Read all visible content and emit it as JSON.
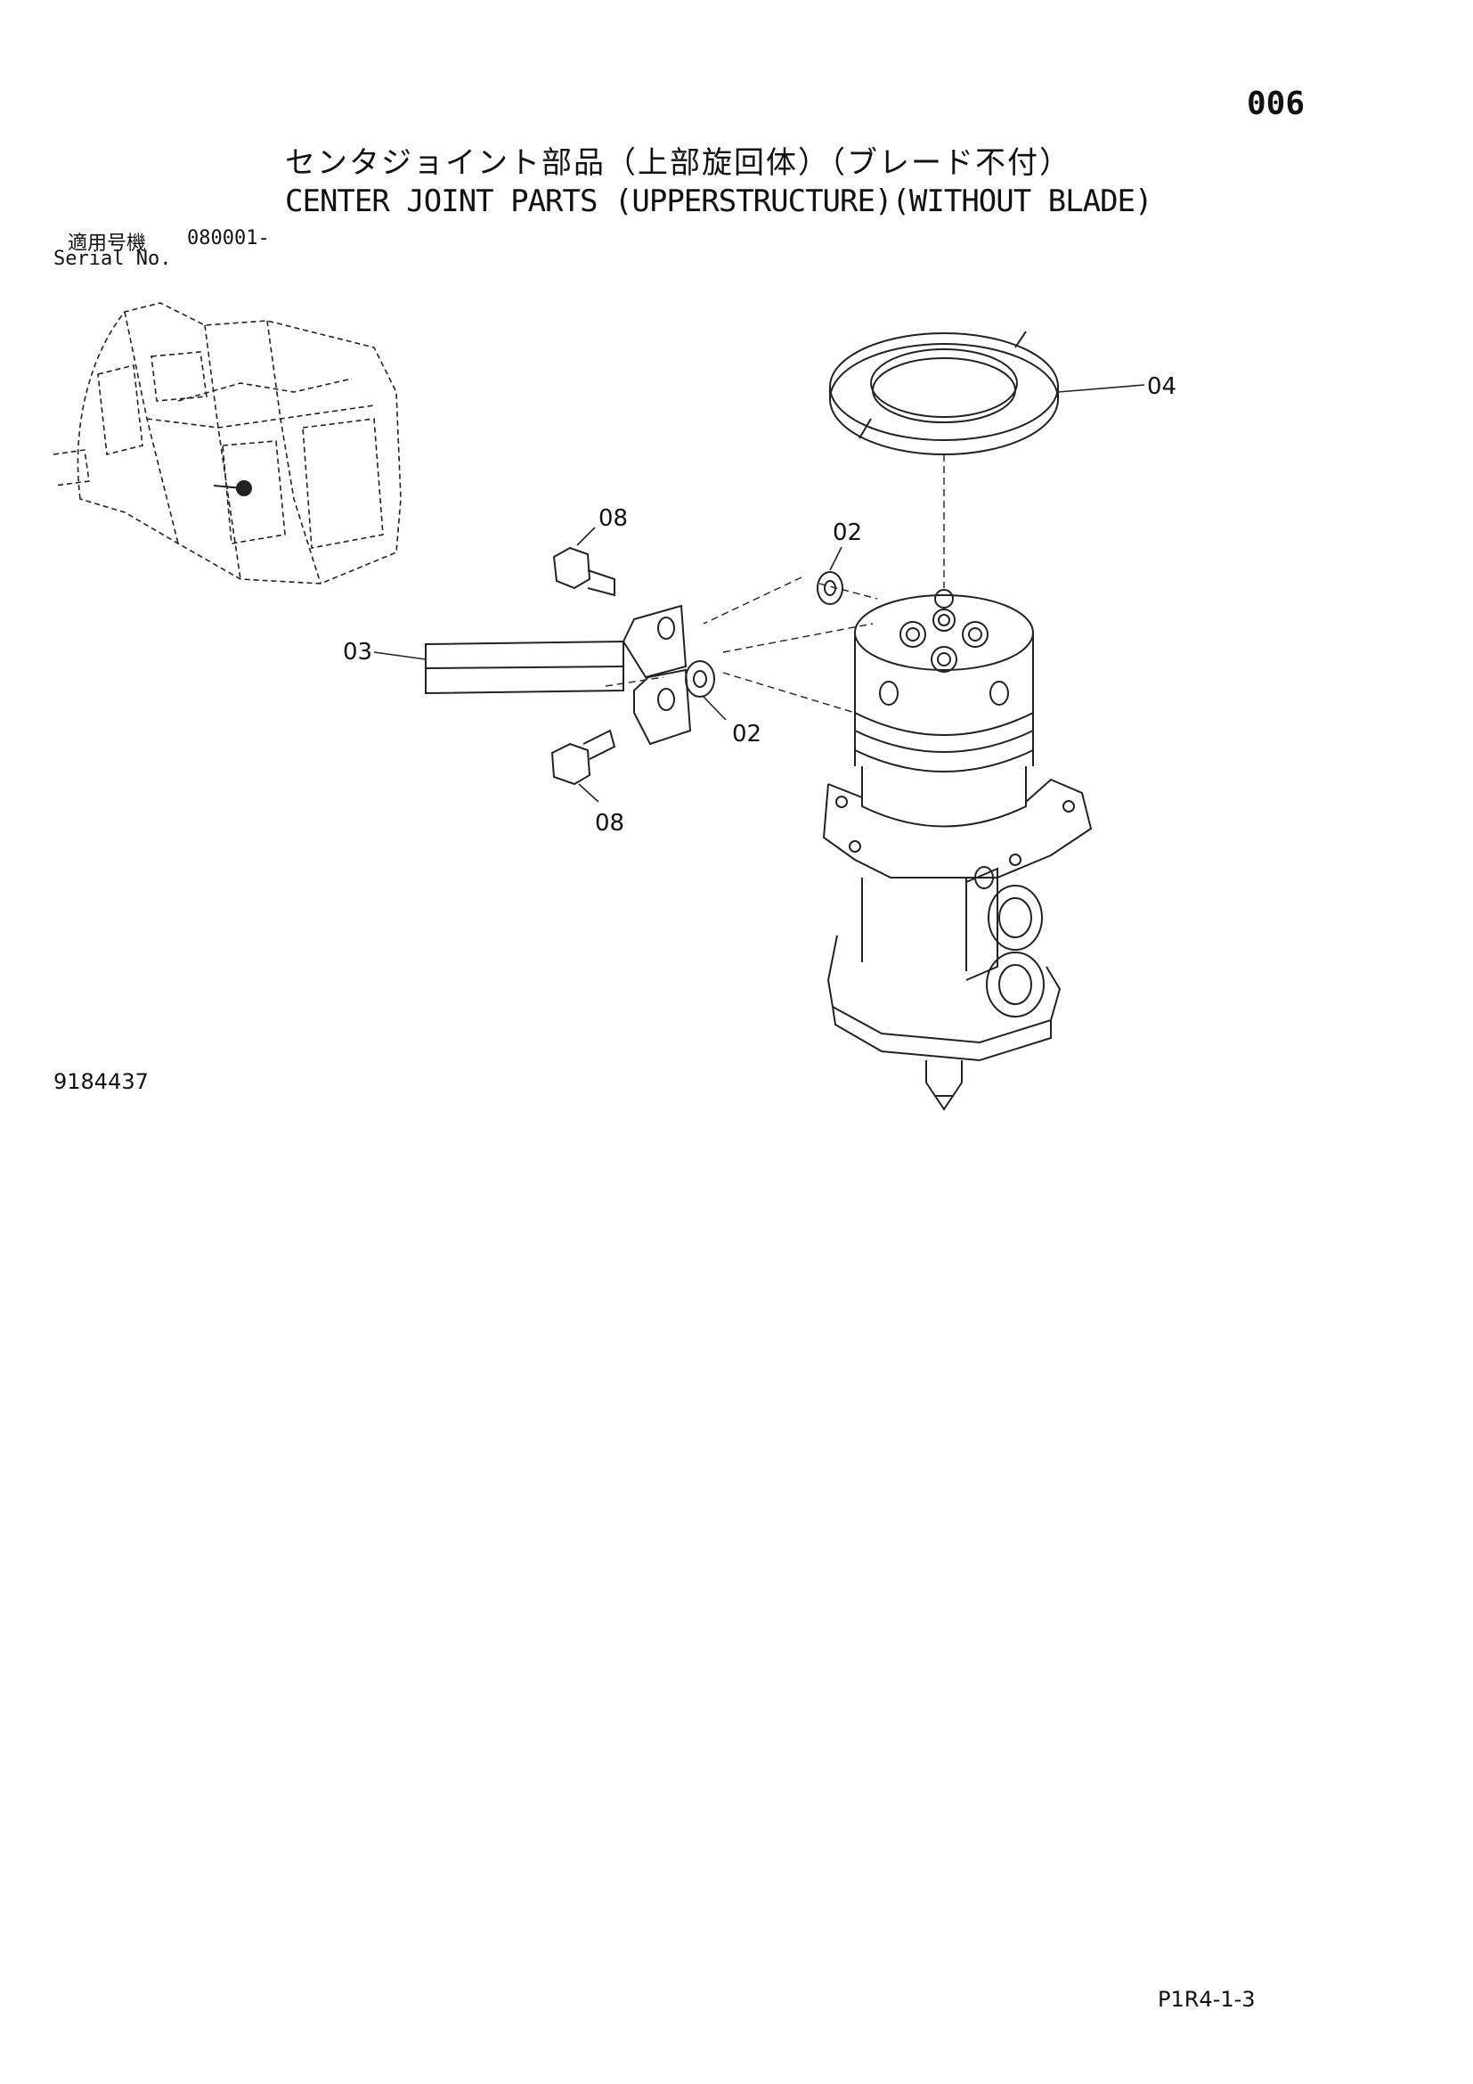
{
  "header": {
    "page_number": "006",
    "title_jp": "センタジョイント部品（上部旋回体）（ブレード不付）",
    "title_en": "CENTER JOINT PARTS (UPPERSTRUCTURE)(WITHOUT BLADE)"
  },
  "serial": {
    "label_jp": "適用号機",
    "value": "080001-",
    "label_en": "Serial No."
  },
  "callouts": {
    "c04": "04",
    "c08_top": "08",
    "c02_top": "02",
    "c03": "03",
    "c02_bottom": "02",
    "c08_bottom": "08"
  },
  "footer": {
    "drawing_number": "9184437",
    "page_code": "P1R4-1-3"
  }
}
